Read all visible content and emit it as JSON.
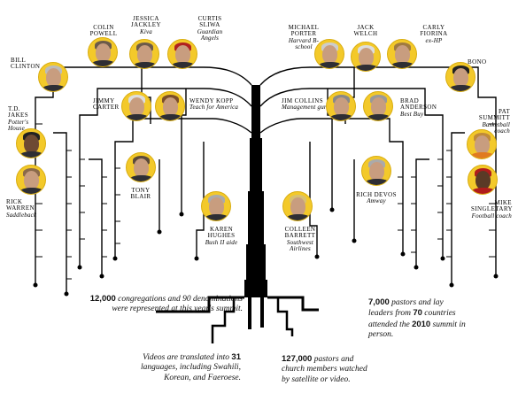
{
  "people": {
    "colin_powell": {
      "name": "COLIN POWELL",
      "role": ""
    },
    "jessica_jackley": {
      "name": "JESSICA JACKLEY",
      "role": "Kiva"
    },
    "curtis_sliwa": {
      "name": "CURTIS SLIWA",
      "role": "Guardian Angels"
    },
    "michael_porter": {
      "name": "MICHAEL PORTER",
      "role": "Harvard B-school"
    },
    "jack_welch": {
      "name": "JACK WELCH",
      "role": ""
    },
    "carly_fiorina": {
      "name": "CARLY FIORINA",
      "role": "ex-HP"
    },
    "bill_clinton": {
      "name": "BILL CLINTON",
      "role": ""
    },
    "bono": {
      "name": "BONO",
      "role": ""
    },
    "jimmy_carter": {
      "name": "JIMMY CARTER",
      "role": ""
    },
    "wendy_kopp": {
      "name": "WENDY KOPP",
      "role": "Teach for America"
    },
    "jim_collins": {
      "name": "JIM COLLINS",
      "role": "Management guru"
    },
    "brad_anderson": {
      "name": "BRAD ANDERSON",
      "role": "Best Buy"
    },
    "td_jakes": {
      "name": "T.D. JAKES",
      "role": "Potter's House"
    },
    "pat_summitt": {
      "name": "PAT SUMMITT",
      "role": "Basketball coach"
    },
    "tony_blair": {
      "name": "TONY BLAIR",
      "role": ""
    },
    "rich_devos": {
      "name": "RICH DEVOS",
      "role": "Amway"
    },
    "rick_warren": {
      "name": "RICK WARREN",
      "role": "Saddleback"
    },
    "mike_singletary": {
      "name": "MIKE SINGLETARY",
      "role": "Football coach"
    },
    "karen_hughes": {
      "name": "KAREN HUGHES",
      "role": "Bush II aide"
    },
    "colleen_barrett": {
      "name": "COLLEEN BARRETT",
      "role": "Southwest Airlines"
    }
  },
  "stats": {
    "congregations": {
      "number": "12,000",
      "text": "congregations and 90 denominations were represented at this year's summit."
    },
    "languages": {
      "pre": "Videos are translated into",
      "number": "31",
      "text": "languages, including Swahili, Korean, and Faeroese."
    },
    "viewers": {
      "number": "127,000",
      "text": "pastors and church members watched by satellite or video."
    },
    "leaders": {
      "number": "7,000",
      "text": "pastors and lay leaders from",
      "number2": "70",
      "text2": "countries attended the",
      "number3": "2010",
      "text3": "summit in person."
    }
  },
  "colors": {
    "photo_bg": "#f3c92a",
    "line": "#000000"
  }
}
